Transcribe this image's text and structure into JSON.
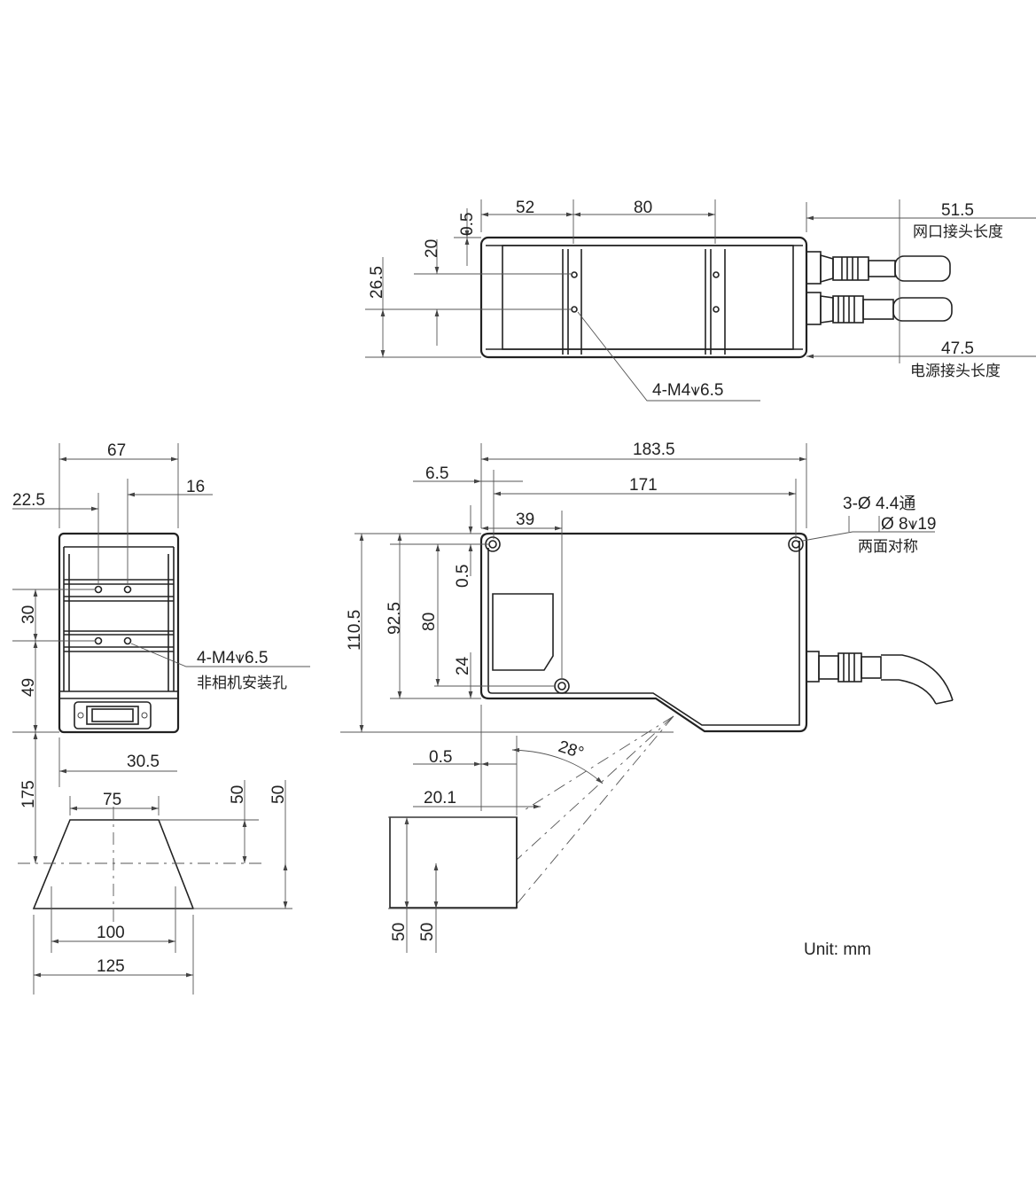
{
  "top_view": {
    "dims": {
      "d0_5": "0.5",
      "d52": "52",
      "d80": "80",
      "d20": "20",
      "d26_5": "26.5",
      "d51_5": "51.5",
      "d47_5": "47.5"
    },
    "net_connector_label": "网口接头长度",
    "power_connector_label": "电源接头长度",
    "hole_note": "4-M4⩛6.5"
  },
  "side_view": {
    "dims": {
      "d67": "67",
      "d22_5": "22.5",
      "d16": "16",
      "d30": "30",
      "d49": "49",
      "d30_5": "30.5",
      "d175": "175",
      "d75": "75",
      "d50a": "50",
      "d50b": "50",
      "d100": "100",
      "d125": "125"
    },
    "hole_note": "4-M4⩛6.5",
    "hole_desc": "非相机安装孔"
  },
  "front_view": {
    "dims": {
      "d183_5": "183.5",
      "d6_5": "6.5",
      "d171": "171",
      "d39": "39",
      "d110_5": "110.5",
      "d92_5": "92.5",
      "d0_5a": "0.5",
      "d80": "80",
      "d24": "24",
      "d0_5b": "0.5",
      "d20_1": "20.1",
      "d50a": "50",
      "d50b": "50"
    },
    "angle": "28°",
    "mount_note_1": "3-Ø 4.4通",
    "mount_note_2": "Ø 8⩛19",
    "mount_note_3": "两面对称"
  },
  "unit_label": "Unit: mm"
}
